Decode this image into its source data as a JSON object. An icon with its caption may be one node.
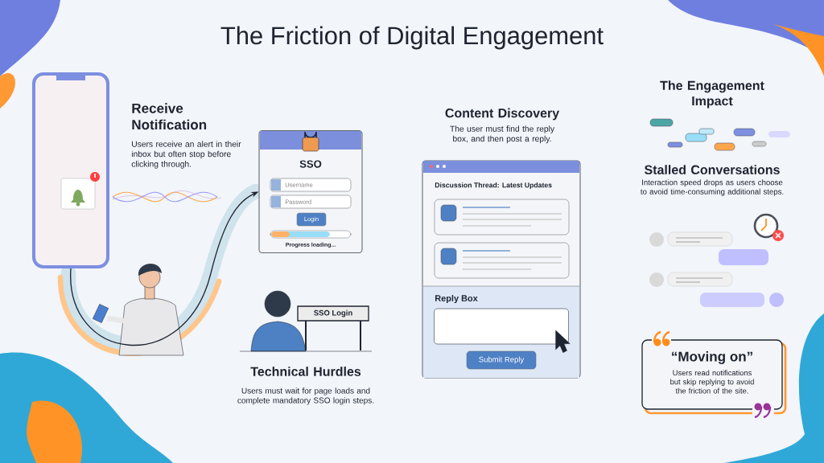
{
  "diagram": {
    "title": "The Friction of Digital Engagement",
    "nodes": [
      {
        "text": [],
        "shape": "picture"
      },
      {
        "text": [
          "SSO",
          "Username",
          "Password",
          "Login",
          "Progress loading..."
        ]
      },
      {
        "text": [
          "Discussion Thread: Latest Updates",
          "Reply Box",
          "Submit Reply"
        ]
      },
      {
        "text": [
          "“Moving on”",
          "Users read notifications but skip replying to avoid the friction of the site."
        ]
      },
      {
        "text": [
          "SSO Login"
        ]
      },
      {
        "text": [],
        "shape": "box",
        "in": 2
      }
    ],
    "edges": [
      {
        "from": 0,
        "to": 1,
        "arrow": "to"
      }
    ],
    "labels": [
      "Receive Notification",
      "Users receive an alert in their inbox but often stop before clicking through.",
      "Technical Hurdles",
      "Users must wait for page loads and complete mandatory SSO login steps.",
      "Content Discovery",
      "The user must find the reply box, and then post a reply.",
      "The Engagement Impact",
      "Stalled Conversations",
      "Interaction speed drops as users choose to avoid time-consuming additional steps."
    ]
  }
}
